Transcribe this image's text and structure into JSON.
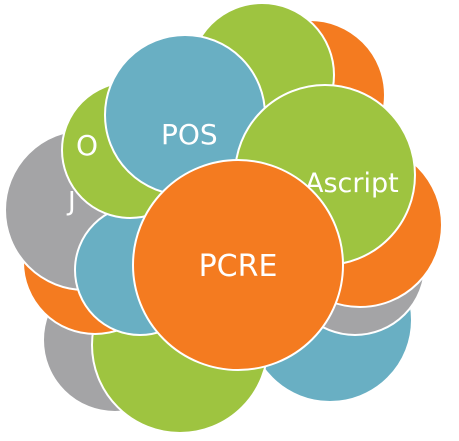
{
  "colors": {
    "orange": "#F47B20",
    "blue": "#69AFC3",
    "green": "#9EC440",
    "gray": "#A4A4A6",
    "outline": "#ffffff",
    "label": "#ffffff"
  },
  "circles": [
    {
      "name": "bottom-gray",
      "color": "gray"
    },
    {
      "name": "bottom-blue",
      "color": "blue"
    },
    {
      "name": "bottom-green",
      "color": "green"
    },
    {
      "name": "right-gray",
      "color": "gray"
    },
    {
      "name": "right-orange",
      "color": "orange"
    },
    {
      "name": "left-orange",
      "color": "orange"
    },
    {
      "name": "left-gray",
      "color": "gray"
    },
    {
      "name": "left-blue",
      "color": "blue"
    },
    {
      "name": "top-orange",
      "color": "orange"
    },
    {
      "name": "top-green",
      "color": "green"
    },
    {
      "name": "left-green",
      "color": "green"
    },
    {
      "name": "posix",
      "color": "blue"
    },
    {
      "name": "javascript",
      "color": "green"
    },
    {
      "name": "pcre",
      "color": "orange"
    }
  ],
  "labels": {
    "left_green": "O",
    "posix": "POS",
    "javascript": "Ascript",
    "left_gray": "J",
    "pcre": "PCRE"
  }
}
